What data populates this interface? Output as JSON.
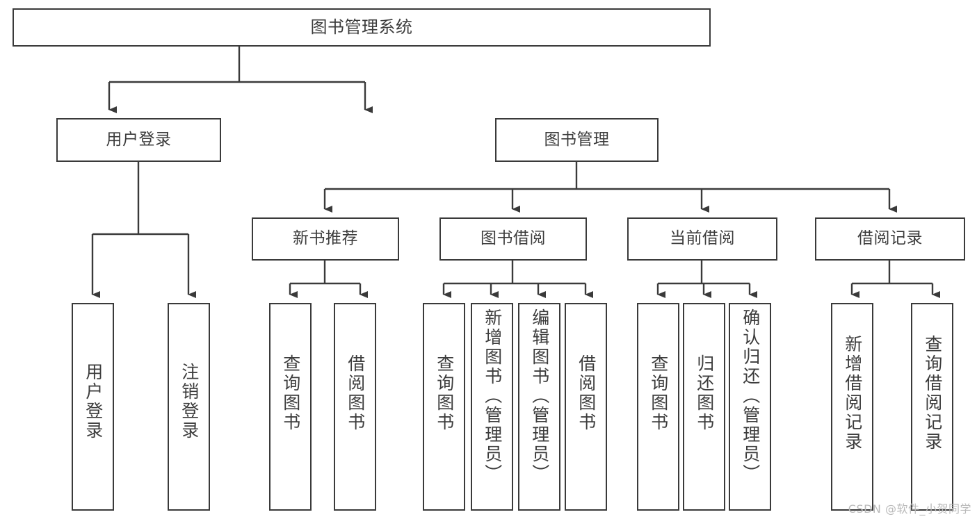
{
  "diagram": {
    "title": "图书管理系统",
    "type": "tree-hierarchy",
    "root": {
      "label": "图书管理系统"
    },
    "level1": [
      {
        "label": "用户登录"
      },
      {
        "label": "图书管理"
      }
    ],
    "level2": [
      {
        "label": "新书推荐"
      },
      {
        "label": "图书借阅"
      },
      {
        "label": "当前借阅"
      },
      {
        "label": "借阅记录"
      }
    ],
    "leaves": {
      "user_login": [
        {
          "label": "用户登录"
        },
        {
          "label": "注销登录"
        }
      ],
      "new_book": [
        {
          "label": "查询图书"
        },
        {
          "label": "借阅图书"
        }
      ],
      "book_borrow": [
        {
          "label": "查询图书"
        },
        {
          "label": "新增图书（管理员）"
        },
        {
          "label": "编辑图书（管理员）"
        },
        {
          "label": "借阅图书"
        }
      ],
      "current_borrow": [
        {
          "label": "查询图书"
        },
        {
          "label": "归还图书"
        },
        {
          "label": "确认归还（管理员）"
        }
      ],
      "borrow_record": [
        {
          "label": "新增借阅记录"
        },
        {
          "label": "查询借阅记录"
        }
      ]
    }
  },
  "watermark": {
    "text": "CSDN @软件_小贺同学"
  },
  "colors": {
    "stroke": "#3a3a3a",
    "text": "#3c3c3c",
    "background": "#ffffff",
    "watermark": "#b9b9b9"
  }
}
